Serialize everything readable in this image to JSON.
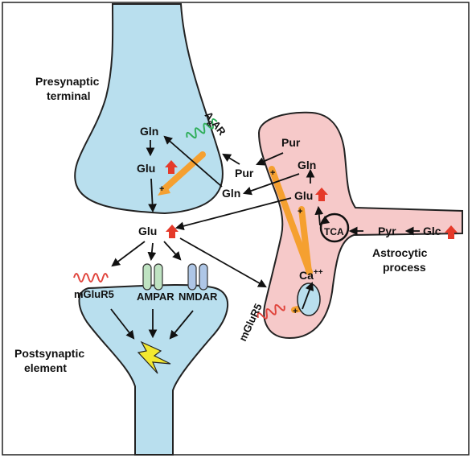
{
  "colors": {
    "neuron_fill": "#b9dfee",
    "astro_fill": "#f6c9c9",
    "outline": "#222222",
    "signal_orange": "#f5a030",
    "up_arrow_red": "#e53a2a",
    "a2ar_green": "#2fae5a",
    "mglur5_red": "#e0443c",
    "ampar_green": "#bfe3c2",
    "nmdar_blue": "#aec6e6",
    "lightning_yellow": "#f2e830"
  },
  "labels": {
    "presynaptic_line1": "Presynaptic",
    "presynaptic_line2": "terminal",
    "postsynaptic_line1": "Postsynaptic",
    "postsynaptic_line2": "element",
    "astro_line1": "Astrocytic",
    "astro_line2": "process"
  },
  "molecules": {
    "gln_pre": "Gln",
    "glu_pre": "Glu",
    "gln_mid": "Gln",
    "pur_mid": "Pur",
    "glu_cleft": "Glu",
    "pur_astro": "Pur",
    "gln_astro": "Gln",
    "glu_astro": "Glu",
    "tca": "TCA",
    "pyr": "Pyr",
    "glc": "Glc",
    "ca_base": "Ca",
    "ca_sup": "++"
  },
  "receptors": {
    "a2ar_base": "A",
    "a2ar_sub": "2",
    "a2ar_rest": "AR",
    "mglur5_post": "mGluR5",
    "ampar": "AMPAR",
    "nmdar": "NMDAR",
    "mglur5_astro": "mGluR5"
  },
  "icons": {
    "up_arrow": "red-up-arrow-icon",
    "lightning": "lightning-icon"
  }
}
